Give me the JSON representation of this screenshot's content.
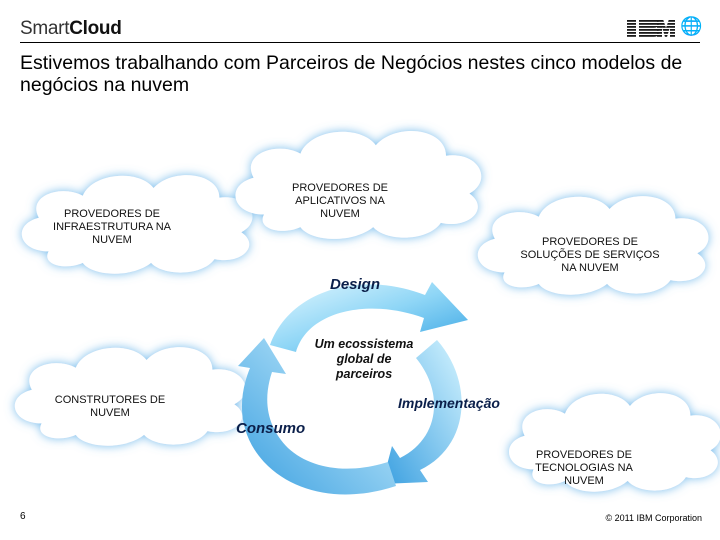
{
  "header": {
    "brand_smart": "Smart",
    "brand_cloud": "Cloud",
    "ibm_logo": "IBM",
    "globe_icon": "globe-icon"
  },
  "slide": {
    "title": "Estivemos trabalhando com Parceiros de Negócios nestes cinco modelos de negócios na nuvem"
  },
  "clouds": {
    "infra": "PROVEDORES DE INFRAESTRUTURA NA NUVEM",
    "apps": "PROVEDORES DE APLICATIVOS NA NUVEM",
    "services": "PROVEDORES DE SOLUÇÕES DE SERVIÇOS NA NUVEM",
    "builders": "CONSTRUTORES DE NUVEM",
    "tech": "PROVEDORES DE TECNOLOGIAS NA NUVEM"
  },
  "cycle": {
    "design": "Design",
    "implementacao": "Implementação",
    "consumo": "Consumo",
    "center": "Um ecossistema global de parceiros"
  },
  "footer": {
    "page_number": "6",
    "copyright": "© 2011 IBM Corporation"
  },
  "colors": {
    "cloud_fill": "#ffffff",
    "cloud_glow": "#5fb0e8",
    "arrow_light": "#cdeffd",
    "arrow_dark": "#3aa7e6",
    "cycle_text": "#0b1f4a"
  }
}
